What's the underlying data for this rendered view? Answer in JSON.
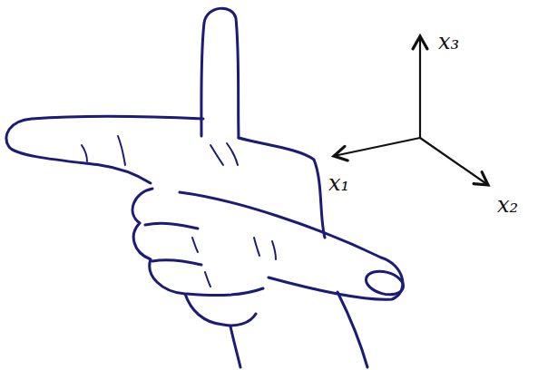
{
  "diagram": {
    "labels": [
      "x₃",
      "x₁",
      "x₂"
    ]
  }
}
